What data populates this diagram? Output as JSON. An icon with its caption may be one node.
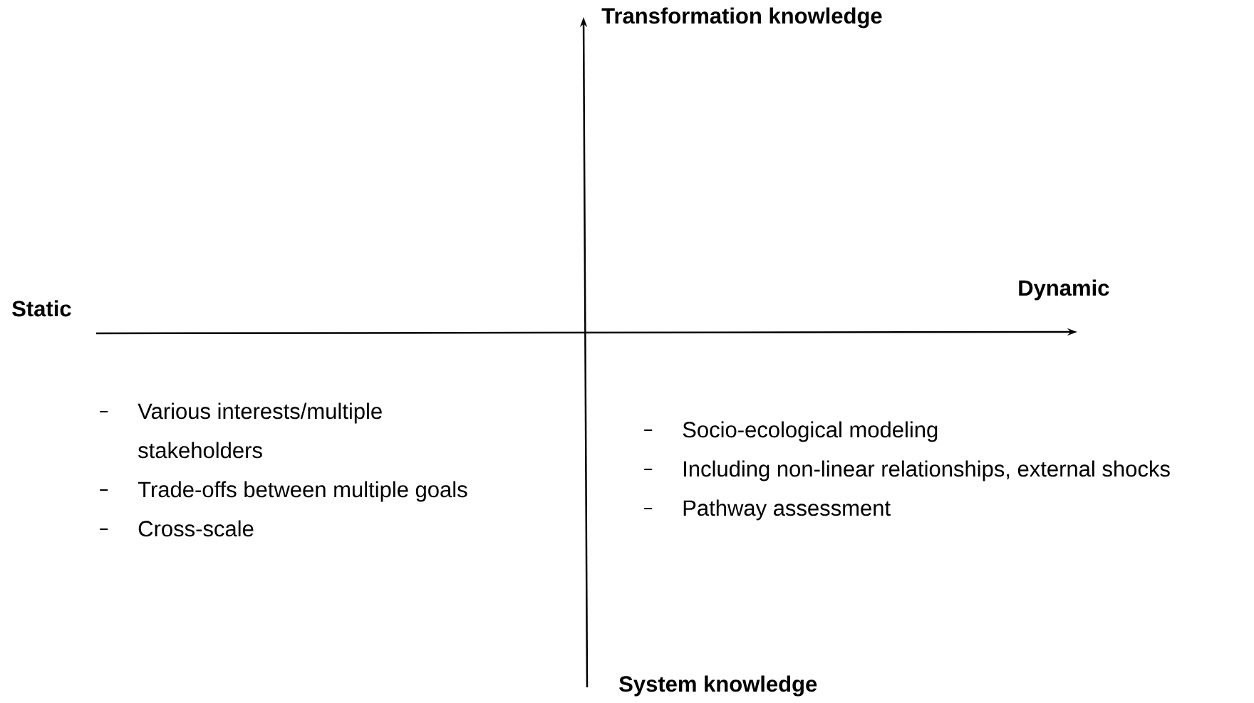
{
  "diagram": {
    "labels": [
      "Transformation knowledge",
      "Dynamic",
      "Static",
      "Various interests/multiple stakeholders",
      "Trade-offs between multiple goals",
      "Cross-scale",
      "Socio-ecological modeling",
      "Including non-linear relationships, external shocks",
      "Pathway assessment",
      "System knowledge"
    ]
  }
}
